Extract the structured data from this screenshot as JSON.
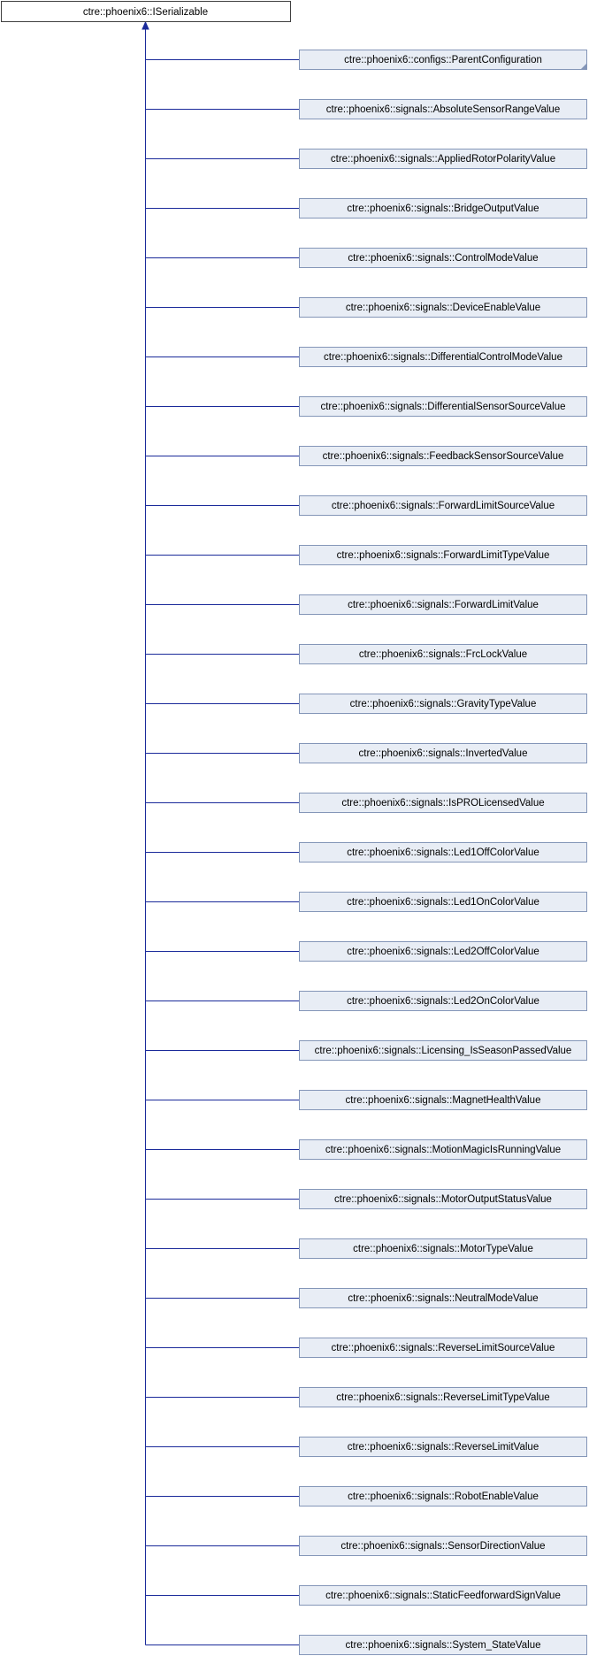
{
  "root": {
    "label": "ctre::phoenix6::ISerializable"
  },
  "colors": {
    "line": "#1a2a9a",
    "child_fill": "#e8edf5",
    "child_stroke": "#8496b8",
    "root_fill": "#ffffff",
    "root_stroke": "#404040",
    "corner_marker": "#8496b8"
  },
  "children": [
    {
      "label": "ctre::phoenix6::configs::ParentConfiguration",
      "has_more": true
    },
    {
      "label": "ctre::phoenix6::signals::AbsoluteSensorRangeValue"
    },
    {
      "label": "ctre::phoenix6::signals::AppliedRotorPolarityValue"
    },
    {
      "label": "ctre::phoenix6::signals::BridgeOutputValue"
    },
    {
      "label": "ctre::phoenix6::signals::ControlModeValue"
    },
    {
      "label": "ctre::phoenix6::signals::DeviceEnableValue"
    },
    {
      "label": "ctre::phoenix6::signals::DifferentialControlModeValue"
    },
    {
      "label": "ctre::phoenix6::signals::DifferentialSensorSourceValue"
    },
    {
      "label": "ctre::phoenix6::signals::FeedbackSensorSourceValue"
    },
    {
      "label": "ctre::phoenix6::signals::ForwardLimitSourceValue"
    },
    {
      "label": "ctre::phoenix6::signals::ForwardLimitTypeValue"
    },
    {
      "label": "ctre::phoenix6::signals::ForwardLimitValue"
    },
    {
      "label": "ctre::phoenix6::signals::FrcLockValue"
    },
    {
      "label": "ctre::phoenix6::signals::GravityTypeValue"
    },
    {
      "label": "ctre::phoenix6::signals::InvertedValue"
    },
    {
      "label": "ctre::phoenix6::signals::IsPROLicensedValue"
    },
    {
      "label": "ctre::phoenix6::signals::Led1OffColorValue"
    },
    {
      "label": "ctre::phoenix6::signals::Led1OnColorValue"
    },
    {
      "label": "ctre::phoenix6::signals::Led2OffColorValue"
    },
    {
      "label": "ctre::phoenix6::signals::Led2OnColorValue"
    },
    {
      "label": "ctre::phoenix6::signals::Licensing_IsSeasonPassedValue"
    },
    {
      "label": "ctre::phoenix6::signals::MagnetHealthValue"
    },
    {
      "label": "ctre::phoenix6::signals::MotionMagicIsRunningValue"
    },
    {
      "label": "ctre::phoenix6::signals::MotorOutputStatusValue"
    },
    {
      "label": "ctre::phoenix6::signals::MotorTypeValue"
    },
    {
      "label": "ctre::phoenix6::signals::NeutralModeValue"
    },
    {
      "label": "ctre::phoenix6::signals::ReverseLimitSourceValue"
    },
    {
      "label": "ctre::phoenix6::signals::ReverseLimitTypeValue"
    },
    {
      "label": "ctre::phoenix6::signals::ReverseLimitValue"
    },
    {
      "label": "ctre::phoenix6::signals::RobotEnableValue"
    },
    {
      "label": "ctre::phoenix6::signals::SensorDirectionValue"
    },
    {
      "label": "ctre::phoenix6::signals::StaticFeedforwardSignValue"
    },
    {
      "label": "ctre::phoenix6::signals::System_StateValue"
    }
  ]
}
